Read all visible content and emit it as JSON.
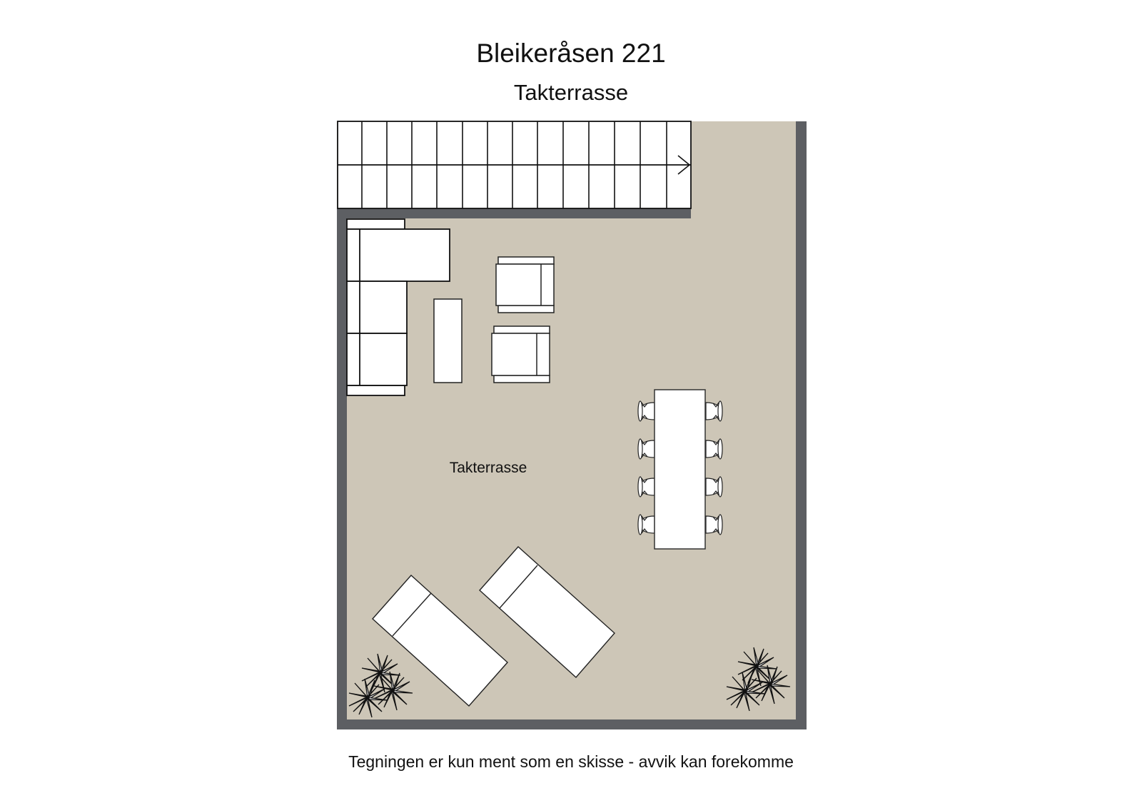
{
  "header": {
    "title": "Bleikeråsen 221",
    "subtitle": "Takterrasse"
  },
  "plan": {
    "room_label": "Takterrasse",
    "colors": {
      "floor": "#cdc6b7",
      "wall": "#5d5f63",
      "furniture_fill": "#ffffff",
      "line": "#1a1a1a"
    },
    "stair": {
      "steps": 14,
      "direction": "right",
      "icon": "arrow-right-icon"
    },
    "furniture": [
      {
        "name": "corner-sofa"
      },
      {
        "name": "coffee-table"
      },
      {
        "name": "armchair-1"
      },
      {
        "name": "armchair-2"
      },
      {
        "name": "dining-table",
        "chairs": 8
      },
      {
        "name": "sun-lounger-1"
      },
      {
        "name": "sun-lounger-2"
      },
      {
        "name": "plant-cluster-left"
      },
      {
        "name": "plant-cluster-right"
      }
    ]
  },
  "footer": {
    "disclaimer": "Tegningen er kun ment som en skisse - avvik kan forekomme"
  }
}
